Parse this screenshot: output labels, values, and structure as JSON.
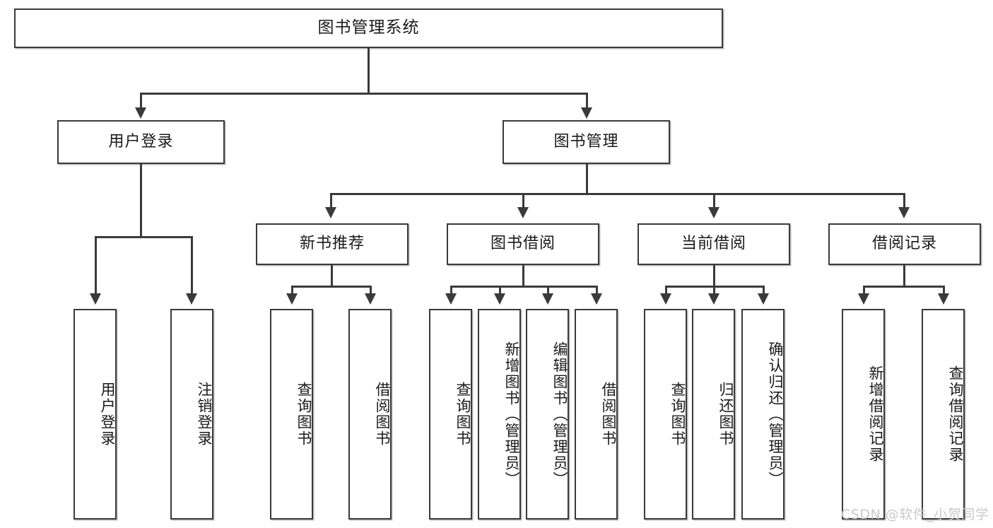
{
  "diagram": {
    "title": "图书管理系统",
    "watermark": "CSDN @软件_小贺同学",
    "line_color": "#3a3a3a",
    "box_fill": "#ffffff",
    "text_color": "#1a1a1a",
    "watermark_color": "#c9c9c9",
    "root": {
      "label": "图书管理系统"
    },
    "level2": [
      {
        "label": "用户登录"
      },
      {
        "label": "图书管理"
      }
    ],
    "level3": [
      {
        "label": "新书推荐"
      },
      {
        "label": "图书借阅"
      },
      {
        "label": "当前借阅"
      },
      {
        "label": "借阅记录"
      }
    ],
    "leaves": {
      "user_login": [
        {
          "label": "用户登录"
        },
        {
          "label": "注销登录"
        }
      ],
      "new_book_recommend": [
        {
          "label": "查询图书"
        },
        {
          "label": "借阅图书"
        }
      ],
      "book_borrow": [
        {
          "label": "查询图书"
        },
        {
          "label": "新增图书（管理员）"
        },
        {
          "label": "编辑图书（管理员）"
        },
        {
          "label": "借阅图书"
        }
      ],
      "current_borrow": [
        {
          "label": "查询图书"
        },
        {
          "label": "归还图书"
        },
        {
          "label": "确认归还（管理员）"
        }
      ],
      "borrow_record": [
        {
          "label": "新增借阅记录"
        },
        {
          "label": "查询借阅记录"
        }
      ]
    }
  }
}
